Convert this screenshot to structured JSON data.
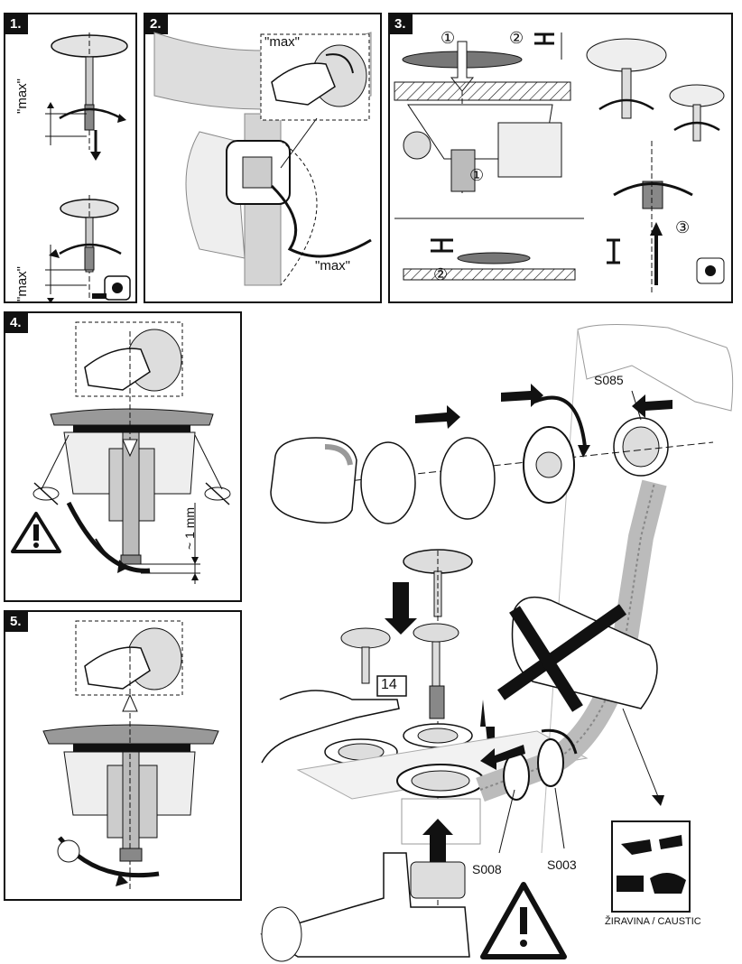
{
  "steps": {
    "s1": "1.",
    "s2": "2.",
    "s3": "3.",
    "s4": "4.",
    "s5": "5."
  },
  "labels": {
    "max": "\"max\"",
    "circle1": "①",
    "circle2": "②",
    "circle3": "③",
    "one_mm": "~ 1 mm",
    "wrench_size": "14",
    "s085": "S085",
    "s008": "S008",
    "s003": "S003",
    "caustic": "ŽIRAVINA / CAUSTIC"
  },
  "colors": {
    "line": "#111111",
    "gray": "#9a9a9a",
    "light_gray": "#d9d9d9",
    "dark_gray": "#555555"
  },
  "icons": [
    "warning-icon",
    "tape-measure-icon",
    "caustic-hazard-icon",
    "hand-icon",
    "wrench-icon",
    "forbidden-icon"
  ]
}
